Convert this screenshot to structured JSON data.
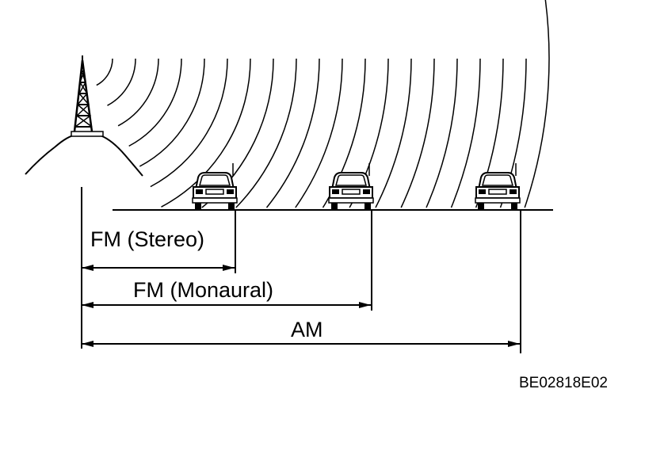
{
  "diagram": {
    "ranges": [
      {
        "label": "FM (Stereo)"
      },
      {
        "label": "FM (Monaural)"
      },
      {
        "label": "AM"
      }
    ],
    "figure_code": "BE02818E02",
    "colors": {
      "ink": "#000000",
      "background": "#ffffff"
    },
    "icons": [
      "radio-tower-icon",
      "car-icon",
      "radio-wave-icon",
      "arrow-icon"
    ]
  }
}
